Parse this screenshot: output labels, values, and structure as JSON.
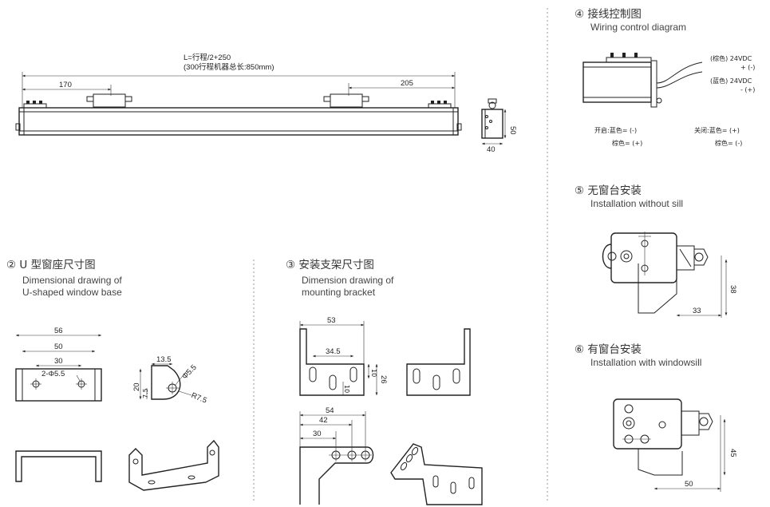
{
  "main_unit": {
    "length_formula": "L=行程/2+250",
    "length_note": "(300行程机器总长:850mm)",
    "dim_left": "170",
    "dim_right": "205",
    "side_height": "50",
    "side_width": "40"
  },
  "section4": {
    "title": "④ 接线控制图",
    "subtitle": "Wiring control diagram",
    "wire1": "(棕色) 24VDC",
    "wire1_pol": "+ (-)",
    "wire2": "(蓝色) 24VDC",
    "wire2_pol": "- (+)",
    "open_label": "开启:蓝色= (-)",
    "open_brown": "棕色= (+)",
    "close_label": "关闭:蓝色= (+)",
    "close_brown": "棕色= (-)"
  },
  "section5": {
    "title": "⑤ 无窗台安装",
    "subtitle": "Installation without sill",
    "dim_height": "38",
    "dim_width": "33"
  },
  "section6": {
    "title": "⑥ 有窗台安装",
    "subtitle": "Installation with windowsill",
    "dim_height": "45",
    "dim_width": "50"
  },
  "section2": {
    "title": "② U 型窗座尺寸图",
    "subtitle_line1": "Dimensional drawing of",
    "subtitle_line2": "U-shaped window base",
    "dim_56": "56",
    "dim_50": "50",
    "dim_30": "30",
    "hole_label": "2-Φ5.5",
    "dim_13_5": "13.5",
    "dim_20": "20",
    "dim_7_5": "7.5",
    "phi_label": "Φ5.5",
    "r_label": "R7.5"
  },
  "section3": {
    "title": "③ 安装支架尺寸图",
    "subtitle_line1": "Dimension drawing of",
    "subtitle_line2": "mounting bracket",
    "dim_53": "53",
    "dim_34_5": "34.5",
    "dim_10a": "10",
    "dim_26": "26",
    "dim_10b": "10",
    "dim_54": "54",
    "dim_42": "42",
    "dim_30": "30"
  }
}
